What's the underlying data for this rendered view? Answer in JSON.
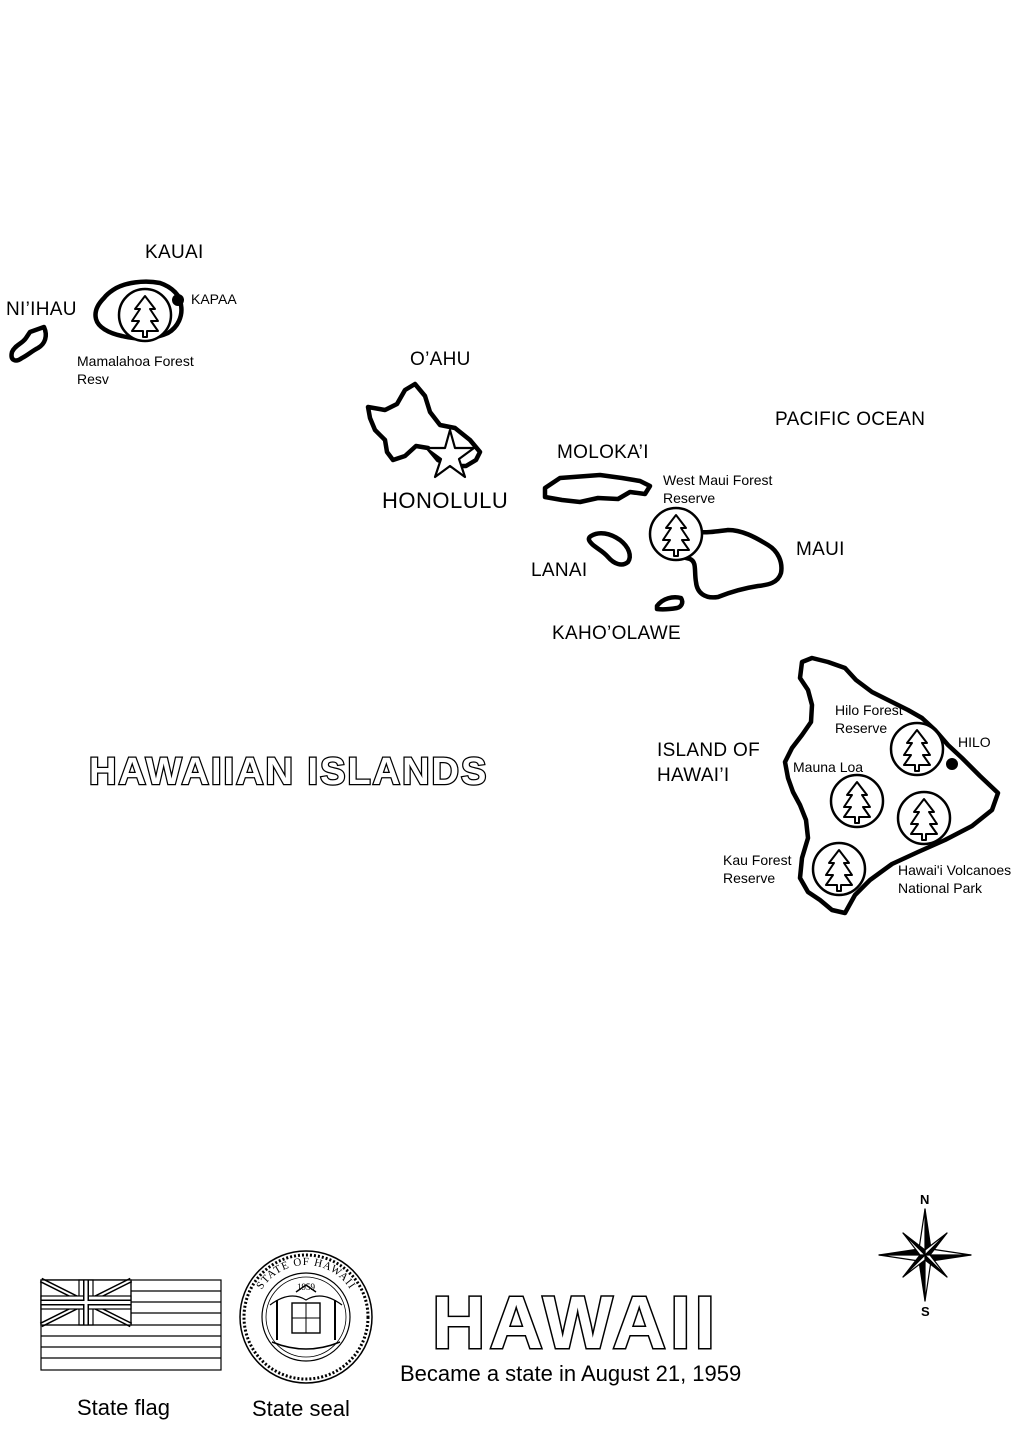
{
  "map": {
    "title": "HAWAIIAN ISLANDS",
    "ocean_label": "PACIFIC OCEAN",
    "islands": [
      {
        "id": "niihau",
        "name": "NI’IHAU"
      },
      {
        "id": "kauai",
        "name": "KAUAI"
      },
      {
        "id": "oahu",
        "name": "O’AHU"
      },
      {
        "id": "molokai",
        "name": "MOLOKA’I"
      },
      {
        "id": "lanai",
        "name": "LANAI"
      },
      {
        "id": "maui",
        "name": "MAUI"
      },
      {
        "id": "kahoolawe",
        "name": "KAHO’OLAWE"
      },
      {
        "id": "hawaii",
        "name_line1": "ISLAND OF",
        "name_line2": "HAWAI’I"
      }
    ],
    "capital": {
      "name": "HONOLULU",
      "icon": "star-icon"
    },
    "cities": [
      {
        "id": "kapaa",
        "name": "KAPAA",
        "icon": "dot-icon"
      },
      {
        "id": "hilo",
        "name": "HILO",
        "icon": "dot-icon"
      }
    ],
    "forests": [
      {
        "id": "mamalahoa",
        "line1": "Mamalahoa Forest",
        "line2": "Resv",
        "icon": "tree-icon"
      },
      {
        "id": "west-maui",
        "line1": "West Maui Forest",
        "line2": "Reserve",
        "icon": "tree-icon"
      },
      {
        "id": "hilo-forest",
        "line1": "Hilo Forest",
        "line2": "Reserve",
        "icon": "tree-icon"
      },
      {
        "id": "mauna-loa",
        "line1": "Mauna Loa",
        "icon": "tree-icon"
      },
      {
        "id": "volcanoes",
        "line1": "Hawai'i Volcanoes",
        "line2": "National Park",
        "icon": "tree-icon"
      },
      {
        "id": "kau",
        "line1": "Kau Forest",
        "line2": "Reserve",
        "icon": "tree-icon"
      }
    ]
  },
  "compass": {
    "north": "N",
    "south": "S",
    "icon": "compass-rose-icon"
  },
  "footer": {
    "flag_label": "State flag",
    "seal_label": "State seal",
    "seal_text": "STATE OF HAWAII",
    "seal_year": "1959",
    "state_name": "HAWAII",
    "statehood": "Became a state in August 21, 1959"
  },
  "colors": {
    "ink": "#000000",
    "paper": "#ffffff"
  }
}
